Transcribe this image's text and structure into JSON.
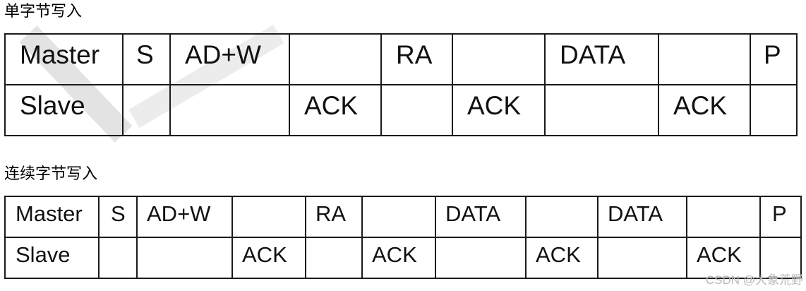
{
  "sections": [
    {
      "title": "单字节写入",
      "rows": [
        {
          "label": "Master",
          "cells": [
            "S",
            "AD+W",
            "",
            "RA",
            "",
            "DATA",
            "",
            "P"
          ]
        },
        {
          "label": "Slave",
          "cells": [
            "",
            "",
            "ACK",
            "",
            "ACK",
            "",
            "ACK",
            ""
          ]
        }
      ]
    },
    {
      "title": "连续字节写入",
      "rows": [
        {
          "label": "Master",
          "cells": [
            "S",
            "AD+W",
            "",
            "RA",
            "",
            "DATA",
            "",
            "DATA",
            "",
            "P"
          ]
        },
        {
          "label": "Slave",
          "cells": [
            "",
            "",
            "ACK",
            "",
            "ACK",
            "",
            "ACK",
            "",
            "ACK",
            ""
          ]
        }
      ]
    }
  ],
  "watermark": "CSDN @大象荒野",
  "colors": {
    "border": "#1a1a1a",
    "watermark": "#b8b8b8",
    "stroke_watermark": "#e4e4e4"
  }
}
